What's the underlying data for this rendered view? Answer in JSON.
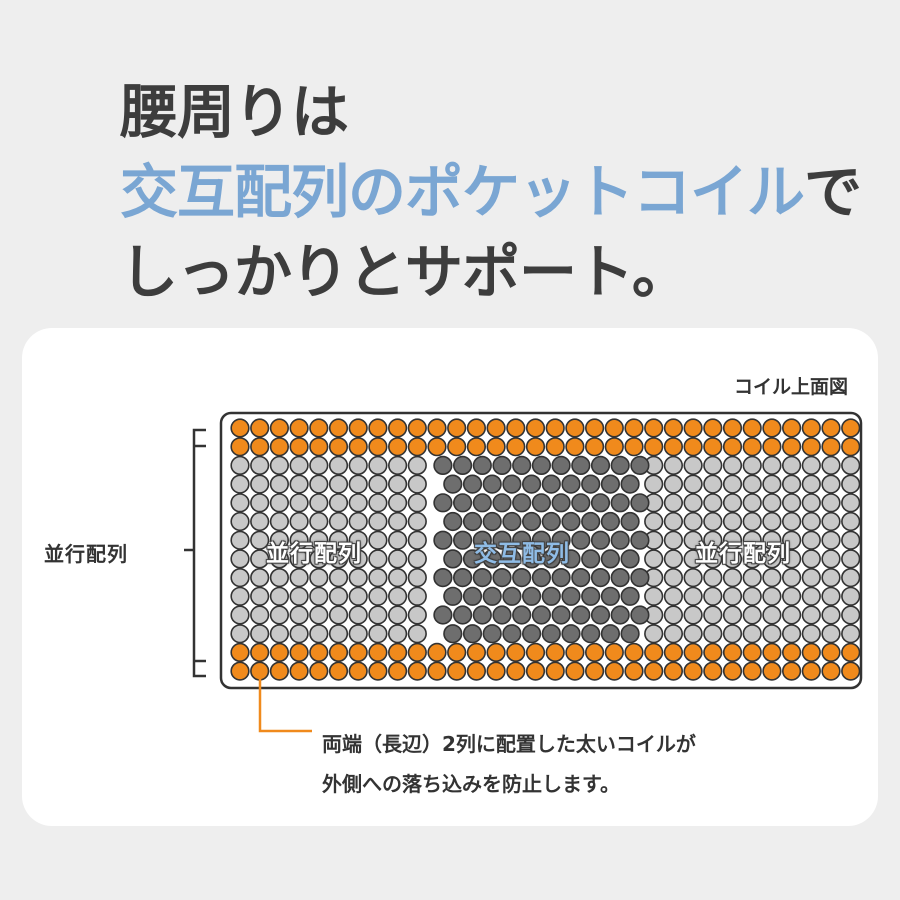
{
  "headline": {
    "line1": "腰周りは",
    "line2_accent": "交互配列のポケットコイル",
    "line2_rest": "で",
    "line3": "しっかりとサポート。"
  },
  "diagram": {
    "title": "コイル上面図",
    "side_label": "並行配列",
    "zones": {
      "left": "並行配列",
      "center": "交互配列",
      "right": "並行配列"
    },
    "caption_line1": "両端（長辺）2列に配置した太いコイルが",
    "caption_line2": "外側への落ち込みを防止します。",
    "colors": {
      "edge_coil": "#f08a1c",
      "parallel_coil": "#c8c8c8",
      "alternate_coil": "#6e6e6e",
      "accent_text": "#7aa6d3"
    }
  }
}
